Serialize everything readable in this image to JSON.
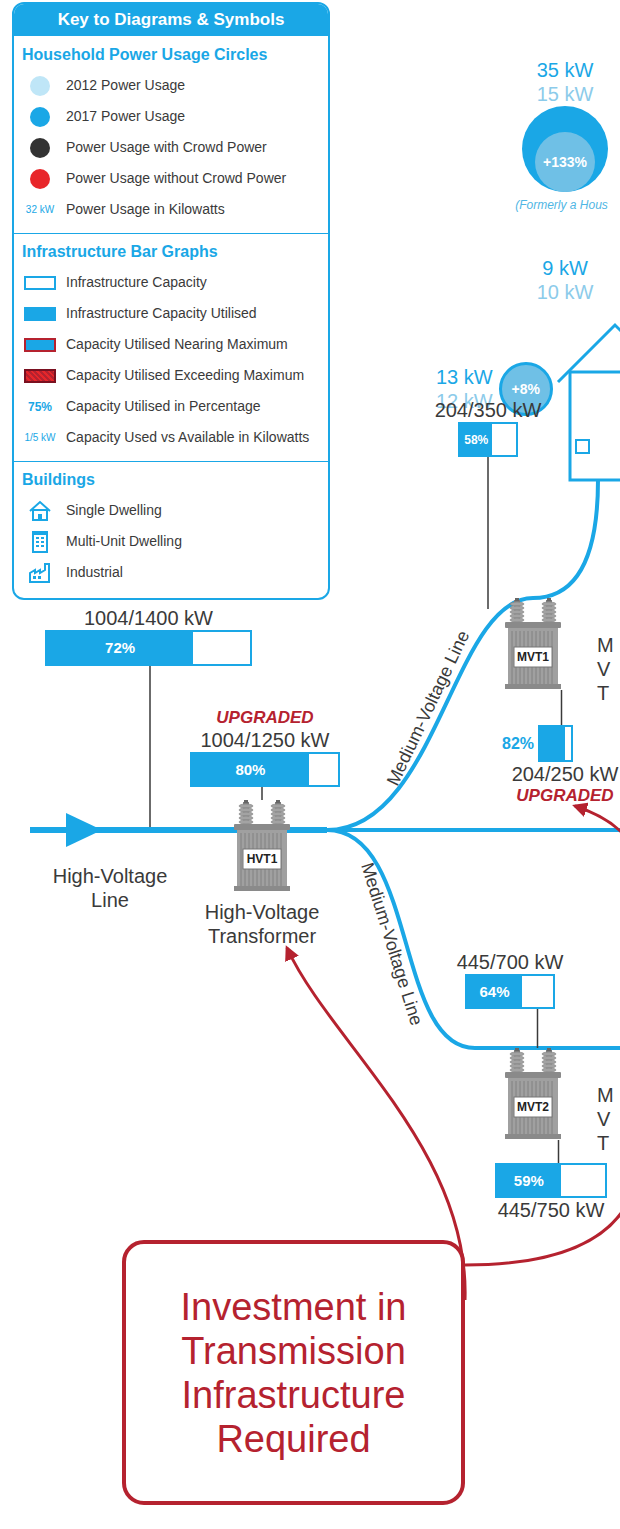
{
  "diagram": {
    "nodes": [
      {
        "text": [
          "1004/1400 kW",
          "72%"
        ]
      },
      {
        "text": [
          "35 kW",
          "15 kW",
          "+133%"
        ]
      },
      {
        "text": [
          "13 kW",
          "12 kW",
          "+8%"
        ]
      },
      {
        "text": [
          "204/350 kW",
          "58%"
        ]
      },
      {
        "text": [
          "UPGRADED",
          "1004/1250 kW",
          "80%"
        ]
      },
      {
        "text": [
          "HVT1",
          "High-Voltage Transformer"
        ]
      },
      {
        "text": [
          "MVT1",
          "M V T"
        ]
      },
      {
        "text": [
          "82%",
          "204/250 kW",
          "UPGRADED"
        ]
      },
      {
        "text": [
          "445/700 kW",
          "64%"
        ]
      },
      {
        "text": [
          "MVT2",
          "M V T"
        ]
      },
      {
        "text": [
          "59%",
          "445/750 kW"
        ]
      },
      {
        "text": [
          "Investment in Transmission Infrastructure Required"
        ]
      }
    ],
    "edges": [
      {
        "from": 4,
        "to": 5,
        "arrow": "none"
      },
      {
        "from": 5,
        "to": 6,
        "arrow": "none"
      },
      {
        "from": 5,
        "to": 9,
        "arrow": "none"
      },
      {
        "from": 6,
        "to": 7,
        "arrow": "none"
      },
      {
        "from": 8,
        "to": 9,
        "arrow": "none"
      },
      {
        "from": 9,
        "to": 10,
        "arrow": "none"
      },
      {
        "from": 11,
        "to": 5,
        "arrow": "to"
      },
      {
        "from": 11,
        "to": 7,
        "arrow": "to"
      }
    ],
    "labels": [
      "Key to Diagrams & Symbols",
      "Household Power Usage Circles",
      "32 kW",
      "Infrastructure Bar Graphs",
      "75%",
      "1/5 kW",
      "Buildings",
      "(Formerly a Hous",
      "9 kW",
      "10 kW",
      "High-Voltage Line",
      "Medium-Voltage Line",
      "Medium-Voltage Line"
    ],
    "legend": [
      {
        "text": "2012 Power Usage",
        "color": "#bfe6f7"
      },
      {
        "text": "2017 Power Usage",
        "color": "#1aa7e6"
      },
      {
        "text": "Power Usage with Crowd Power",
        "color": "#333333"
      },
      {
        "text": "Power Usage without Crowd Power",
        "color": "#e8262a"
      },
      {
        "text": "Power Usage in Kilowatts"
      },
      {
        "text": "Infrastructure Capacity"
      },
      {
        "text": "Infrastructure Capacity Utilised",
        "color": "#1aa7e6"
      },
      {
        "text": "Capacity Utilised Nearing Maximum"
      },
      {
        "text": "Capacity Utilised Exceeding Maximum"
      },
      {
        "text": "Capacity Utilised in Percentage"
      },
      {
        "text": "Capacity Used vs Available in Kilowatts"
      },
      {
        "text": "Single Dwelling"
      },
      {
        "text": "Multi-Unit Dwelling"
      },
      {
        "text": "Industrial"
      }
    ]
  }
}
